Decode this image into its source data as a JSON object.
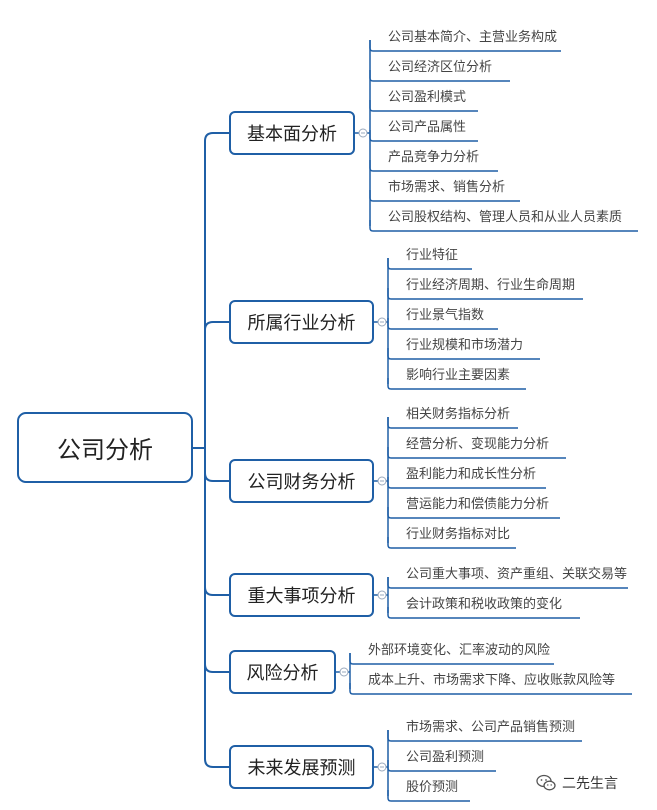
{
  "root": {
    "label": "公司分析"
  },
  "branches": [
    {
      "label": "基本面分析",
      "items": [
        "公司基本简介、主营业务构成",
        "公司经济区位分析",
        "公司盈利模式",
        "公司产品属性",
        "产品竞争力分析",
        "市场需求、销售分析",
        "公司股权结构、管理人员和从业人员素质"
      ]
    },
    {
      "label": "所属行业分析",
      "items": [
        "行业特征",
        "行业经济周期、行业生命周期",
        "行业景气指数",
        "行业规模和市场潜力",
        "影响行业主要因素"
      ]
    },
    {
      "label": "公司财务分析",
      "items": [
        "相关财务指标分析",
        "经营分析、变现能力分析",
        "盈利能力和成长性分析",
        "营运能力和偿债能力分析",
        "行业财务指标对比"
      ]
    },
    {
      "label": "重大事项分析",
      "items": [
        "公司重大事项、资产重组、关联交易等",
        "会计政策和税收政策的变化"
      ]
    },
    {
      "label": "风险分析",
      "items": [
        "外部环境变化、汇率波动的风险",
        "成本上升、市场需求下降、应收账款风险等"
      ]
    },
    {
      "label": "未来发展预测",
      "items": [
        "市场需求、公司产品销售预测",
        "公司盈利预测",
        "股价预测"
      ]
    }
  ],
  "watermark": {
    "text": "二先生言",
    "icon": "wechat-icon"
  },
  "colors": {
    "line": "#1f5fa6",
    "text": "#222222",
    "leaf_text": "#444444",
    "collapse": "#9aa9bd"
  }
}
